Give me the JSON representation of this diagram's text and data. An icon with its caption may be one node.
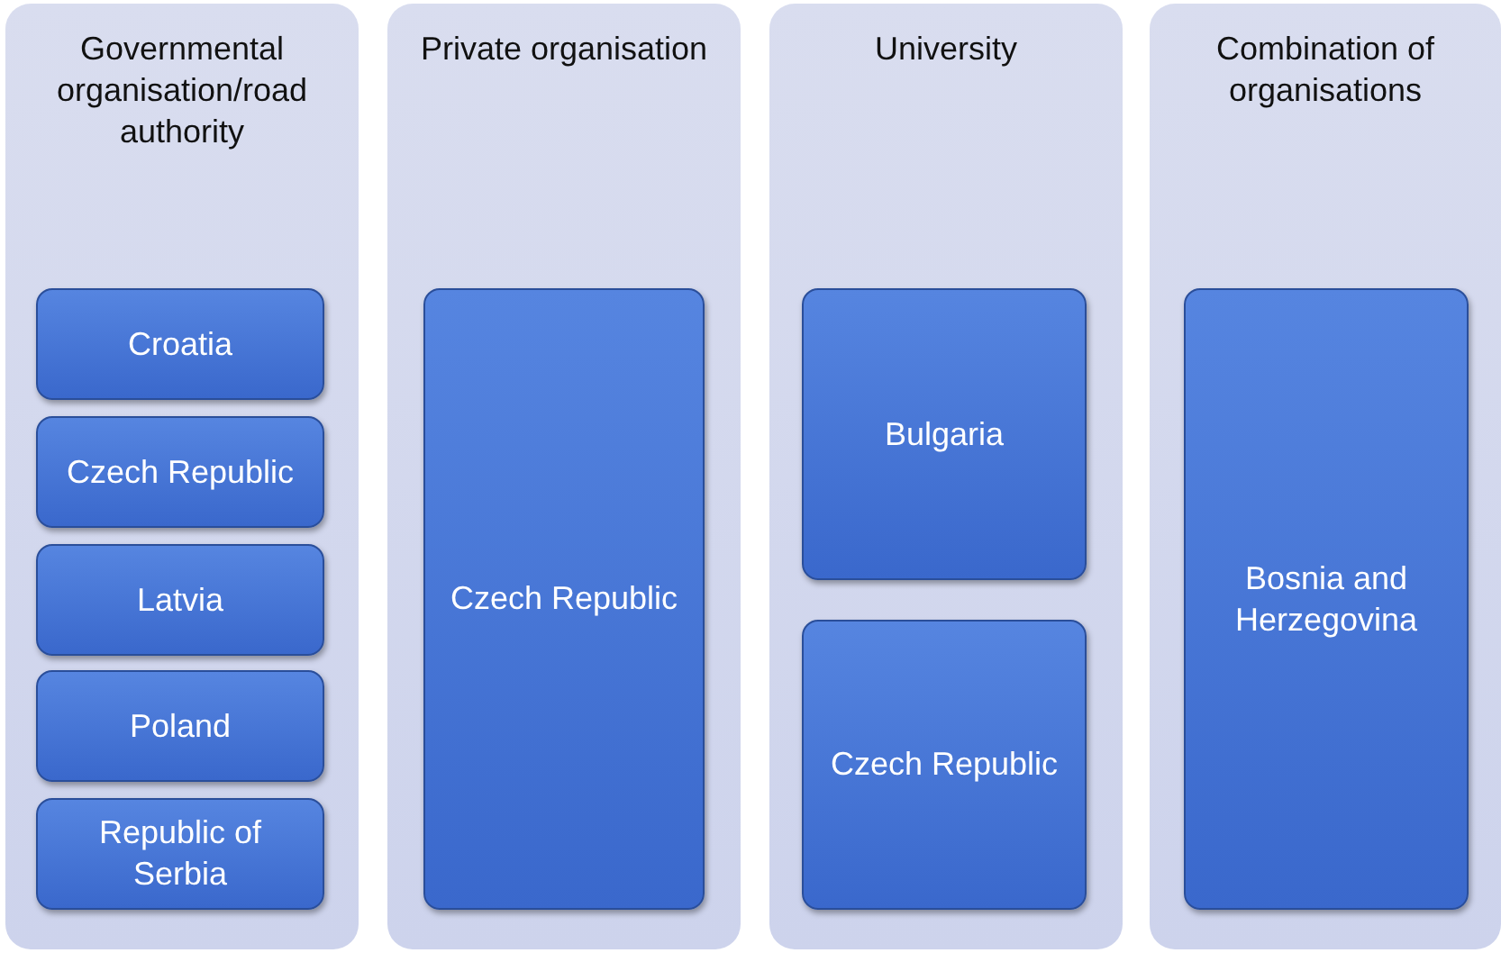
{
  "diagram": {
    "nodes": [
      {
        "text": [
          "Governmental organisation/road authority"
        ]
      },
      {
        "text": [
          "Croatia"
        ],
        "in": 0
      },
      {
        "text": [
          "Czech Republic"
        ],
        "in": 0
      },
      {
        "text": [
          "Latvia"
        ],
        "in": 0
      },
      {
        "text": [
          "Poland"
        ],
        "in": 0
      },
      {
        "text": [
          "Republic of Serbia"
        ],
        "in": 0
      },
      {
        "text": [
          "Private organisation"
        ]
      },
      {
        "text": [
          "Czech Republic"
        ],
        "in": 6
      },
      {
        "text": [
          "University"
        ]
      },
      {
        "text": [
          "Bulgaria"
        ],
        "in": 8
      },
      {
        "text": [
          "Czech Republic"
        ],
        "in": 8
      },
      {
        "text": [
          "Combination of organisations"
        ]
      },
      {
        "text": [
          "Bosnia and Herzegovina"
        ],
        "in": 11
      }
    ]
  }
}
